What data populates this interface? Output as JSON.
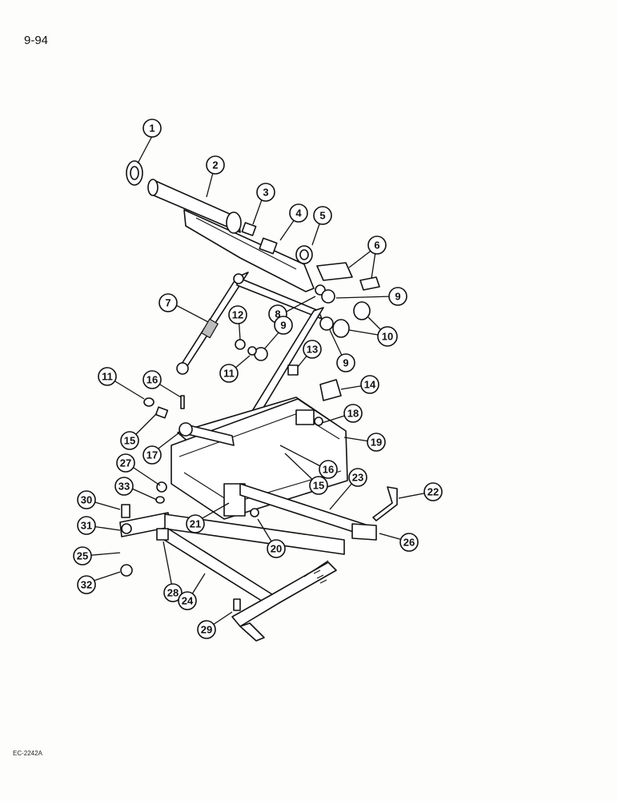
{
  "page": {
    "number": "9-94",
    "figure_code": "EC-2242A"
  },
  "callouts": {
    "c1": "1",
    "c2": "2",
    "c3": "3",
    "c4": "4",
    "c5": "5",
    "c6": "6",
    "c7": "7",
    "c8": "8",
    "c9a": "9",
    "c9b": "9",
    "c9c": "9",
    "c10": "10",
    "c11a": "11",
    "c11b": "11",
    "c12": "12",
    "c13": "13",
    "c14": "14",
    "c15a": "15",
    "c15b": "15",
    "c16a": "16",
    "c16b": "16",
    "c17": "17",
    "c18": "18",
    "c19": "19",
    "c20": "20",
    "c21": "21",
    "c22": "22",
    "c23": "23",
    "c24": "24",
    "c25": "25",
    "c26": "26",
    "c27": "27",
    "c28": "28",
    "c29": "29",
    "c30": "30",
    "c31": "31",
    "c32": "32",
    "c33": "33"
  },
  "palette": {
    "ink": "#111111",
    "paper": "#fdfdfb",
    "shade": "#bdbdbd"
  }
}
